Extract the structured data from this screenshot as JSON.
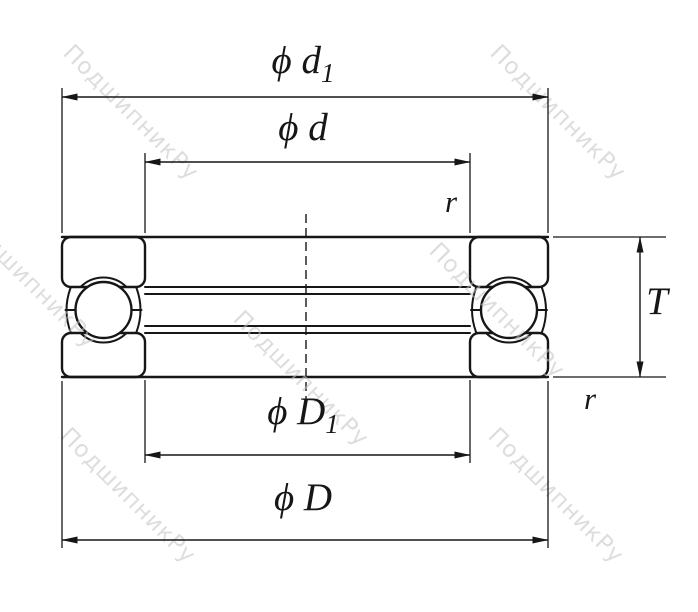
{
  "diagram": {
    "watermark": {
      "text": "ПодшипникРу",
      "color": "#c3c3c3"
    },
    "colors": {
      "washer_fill": "#cfe8f6",
      "line": "#161616",
      "background": "#ffffff"
    },
    "labels": {
      "top_outer_diameter": {
        "text": "ϕ d",
        "subscript": "1"
      },
      "top_inner_diameter": {
        "text": "ϕ d"
      },
      "corner_radius_top": {
        "text": "r"
      },
      "height": {
        "text": "T"
      },
      "bottom_inner_diameter": {
        "text": "ϕ D",
        "subscript": "1"
      },
      "bottom_outer_diameter": {
        "text": "ϕ D"
      },
      "corner_radius_bottom": {
        "text": "r"
      }
    }
  }
}
